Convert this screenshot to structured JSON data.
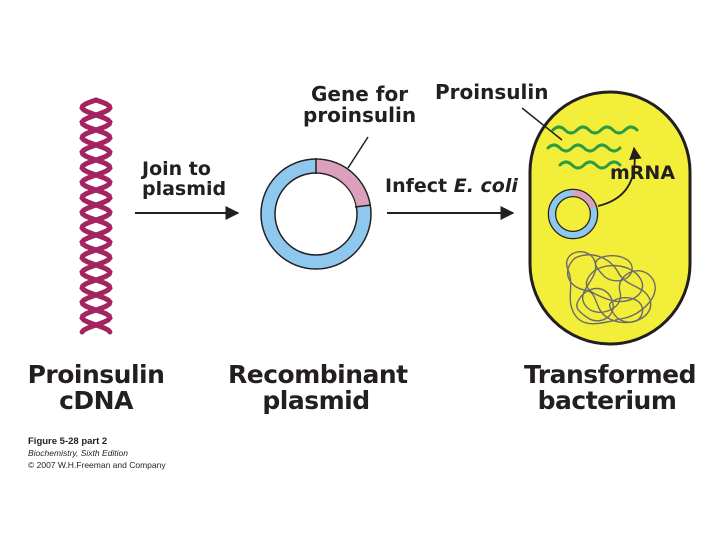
{
  "labels": {
    "gene_for_proinsulin": [
      "Gene for",
      "proinsulin"
    ],
    "proinsulin": "Proinsulin",
    "join_to_plasmid": [
      "Join to",
      "plasmid"
    ],
    "infect_prefix": "Infect ",
    "infect_species": "E. coli",
    "mrna": "mRNA"
  },
  "stages": {
    "cdna": [
      "Proinsulin",
      "cDNA"
    ],
    "plasmid": [
      "Recombinant",
      "plasmid"
    ],
    "bacterium": [
      "Transformed",
      "bacterium"
    ]
  },
  "figure_caption": {
    "figure": "Figure 5-28 part 2",
    "book": "Biochemistry, Sixth Edition",
    "copyright": "© 2007 W.H.Freeman and Company"
  },
  "colors": {
    "dna_strand": "#a3245f",
    "plasmid_blue": "#8fc8ee",
    "gene_pink": "#dca0bd",
    "mrna_green": "#2e9b43",
    "bacterium_fill": "#f3ee3a",
    "bacterium_outline": "#231f20",
    "chromosome": "#6b6b6b",
    "arrow": "#231f20"
  },
  "icons": {
    "dna": "double-helix",
    "plasmid": "ring",
    "bacterium": "capsule-cell"
  }
}
